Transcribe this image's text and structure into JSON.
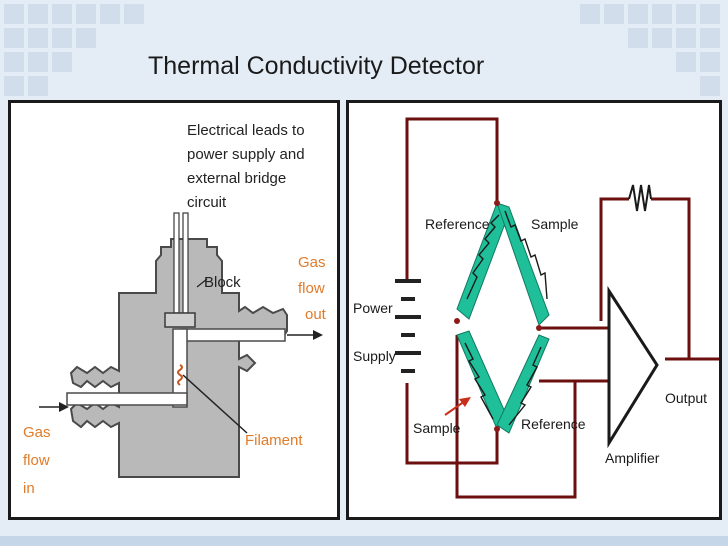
{
  "slide": {
    "title": "Thermal Conductivity Detector"
  },
  "left_diagram": {
    "leads_label_line1": "Electrical leads to",
    "leads_label_line2": "power supply and",
    "leads_label_line3": "external bridge",
    "leads_label_line4": "circuit",
    "block_label": "Block",
    "gas_out_line1": "Gas",
    "gas_out_line2": "flow",
    "gas_out_line3": "out",
    "gas_in_line1": "Gas",
    "gas_in_line2": "flow",
    "gas_in_line3": "in",
    "filament_label": "Filament"
  },
  "right_diagram": {
    "reference_top": "Reference",
    "sample_top": "Sample",
    "power_line1": "Power",
    "power_line2": "Supply",
    "sample_bottom": "Sample",
    "reference_bottom": "Reference",
    "output_label": "Output",
    "amplifier_label": "Amplifier"
  },
  "colors": {
    "accent_orange": "#e07b2a",
    "resistor_teal": "#1fbf9a",
    "block_gray": "#b9b9b9"
  }
}
